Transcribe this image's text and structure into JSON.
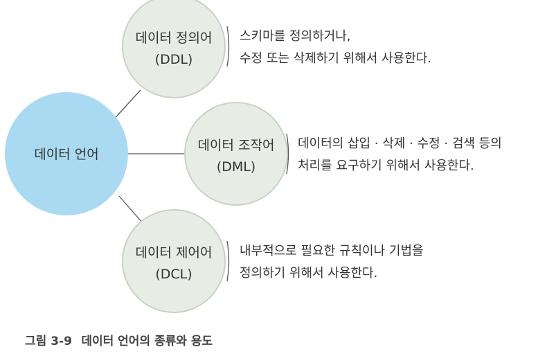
{
  "colors": {
    "center_fill": "#aadaf1",
    "node_fill": "#e7ede4",
    "node_stroke": "#c9d2c4",
    "text": "#333333",
    "line": "#555555"
  },
  "center": {
    "label": "데이터 언어"
  },
  "nodes": [
    {
      "label": "데이터 정의어",
      "abbr": "(DDL)",
      "desc_line1": "스키마를 정의하거나,",
      "desc_line2": "수정 또는 삭제하기 위해서 사용한다."
    },
    {
      "label": "데이터 조작어",
      "abbr": "(DML)",
      "desc_line1": "데이터의 삽입 · 삭제 · 수정 · 검색 등의",
      "desc_line2": "처리를 요구하기 위해서 사용한다."
    },
    {
      "label": "데이터 제어어",
      "abbr": "(DCL)",
      "desc_line1": "내부적으로 필요한 규칙이나 기법을",
      "desc_line2": "정의하기 위해서 사용한다."
    }
  ],
  "caption": {
    "figure": "그림 3-9",
    "title": "데이터 언어의 종류와 용도"
  }
}
